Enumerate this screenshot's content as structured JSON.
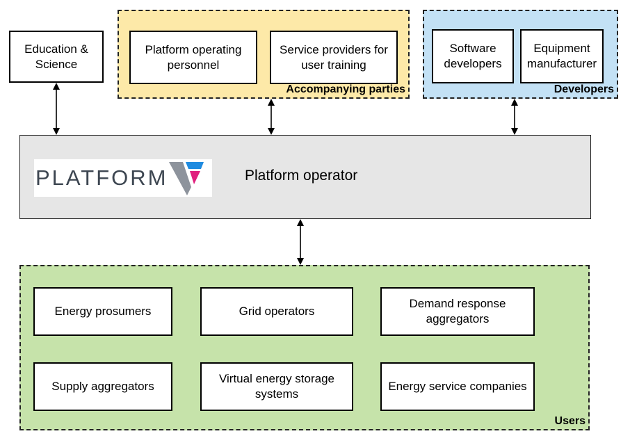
{
  "top_left_box": {
    "label": "Education &\nScience"
  },
  "accompanying_group": {
    "label": "Accompanying parties",
    "color": "#fde9a8",
    "boxes": [
      "Platform operating\npersonnel",
      "Service providers for\nuser training"
    ]
  },
  "developers_group": {
    "label": "Developers",
    "color": "#c3e1f5",
    "boxes": [
      "Software\ndevelopers",
      "Equipment\nmanufacturer"
    ]
  },
  "operator": {
    "label": "Platform operator",
    "logo_text": "PLATFORM",
    "logo_colors": {
      "gray": "#8d939c",
      "blue": "#1f8be0",
      "magenta": "#e0207e",
      "text": "#3d4651"
    },
    "background": "#e6e6e6"
  },
  "users_group": {
    "label": "Users",
    "color": "#c6e3aa",
    "boxes": [
      "Energy prosumers",
      "Grid operators",
      "Demand response\naggregators",
      "Supply aggregators",
      "Virtual energy storage\nsystems",
      "Energy service companies"
    ]
  }
}
